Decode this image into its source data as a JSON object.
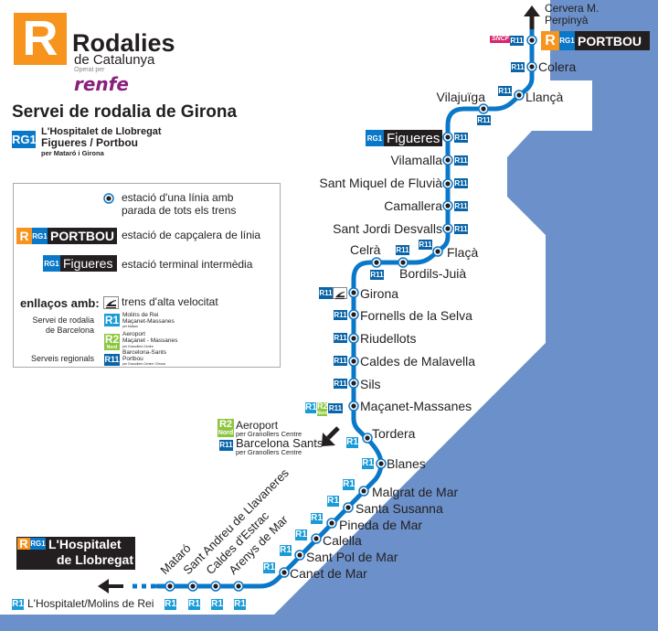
{
  "header": {
    "logo_letter": "R",
    "brand": "Rodalies",
    "brand_sub": "de Catalunya",
    "operated_by": "Operat per",
    "operator": "renfe",
    "title": "Servei de rodalia de Girona",
    "line": {
      "code": "RG1",
      "route1": "L'Hospitalet de Llobregat",
      "route2": "Figueres / Portbou",
      "via": "per Mataró i Girona"
    }
  },
  "legend": {
    "station_desc1": "estació d'una línia amb",
    "station_desc2": "parada de tots els trens",
    "head_terminal": {
      "r": "R",
      "line": "RG1",
      "name": "PORTBOU",
      "desc": "estació de capçalera de línia"
    },
    "intermediate_terminal": {
      "line": "RG1",
      "name": "Figueres",
      "desc": "estació terminal intermèdia"
    },
    "connections_title": "enllaços amb:",
    "hsr_desc": "trens d'alta velocitat",
    "group1_label1": "Servei de rodalia",
    "group1_label2": "de Barcelona",
    "group2_label": "Serveis regionals",
    "r1": {
      "code": "R1",
      "dest1": "Molins de Rei",
      "dest2": "Maçanet-Massanes",
      "via": "per Mataró"
    },
    "r2": {
      "code": "R2",
      "sub": "Nord",
      "dest1": "Aeroport",
      "dest2": "Maçanet - Massanes",
      "via": "per Granollers Centre"
    },
    "r11": {
      "code": "R11",
      "dest1": "Barcelona-Sants",
      "dest2": "Portbou",
      "via": "per Granollers Centre i Girona"
    }
  },
  "colors": {
    "rodalies_orange": "#f7941d",
    "rg1_blue": "#0a78c8",
    "r1_blue": "#1a9bd7",
    "r2_green": "#8cc63f",
    "r11_blue": "#0a64a8",
    "sea": "#6b90ca",
    "terminal_bg": "#231f20",
    "renfe_purple": "#8a1f7c"
  },
  "north": {
    "dest1": "Cervera M.",
    "dest2": "Perpinyà",
    "sncf_logo": "SNCF",
    "terminal_r": "R",
    "terminal_line": "RG1"
  },
  "figueres_terminal": {
    "line": "RG1"
  },
  "south": {
    "terminal_r": "R",
    "terminal_line": "RG1",
    "terminal_name1": "L'Hospitalet",
    "terminal_name2": "de Llobregat",
    "r1_code": "R1",
    "r1_dest": "L'Hospitalet/Molins de Rei"
  },
  "branch": {
    "r2_code": "R2",
    "r2_sub": "Nord",
    "aeroport": "Aeroport",
    "aeroport_via": "per Granollers Centre",
    "r11_code": "R11",
    "sants": "Barcelona Sants",
    "sants_via": "per Granollers Centre"
  },
  "stations": [
    {
      "name": "PORTBOU",
      "connections": [
        "SNCF",
        "R11"
      ]
    },
    {
      "name": "Colera",
      "connections": [
        "R11"
      ]
    },
    {
      "name": "Llançà",
      "connections": [
        "R11"
      ]
    },
    {
      "name": "Vilajuïga",
      "connections": [
        "R11"
      ]
    },
    {
      "name": "Figueres",
      "connections": [
        "R11"
      ]
    },
    {
      "name": "Vilamalla",
      "connections": [
        "R11"
      ]
    },
    {
      "name": "Sant Miquel de Fluvià",
      "connections": [
        "R11"
      ]
    },
    {
      "name": "Camallera",
      "connections": [
        "R11"
      ]
    },
    {
      "name": "Sant Jordi Desvalls",
      "connections": [
        "R11"
      ]
    },
    {
      "name": "Flaçà",
      "connections": [
        "R11"
      ]
    },
    {
      "name": "Bordils-Juià",
      "connections": [
        "R11"
      ]
    },
    {
      "name": "Celrà",
      "connections": [
        "R11"
      ]
    },
    {
      "name": "Girona",
      "connections": [
        "R11",
        "high-speed-rail"
      ]
    },
    {
      "name": "Fornells de la Selva",
      "connections": [
        "R11"
      ]
    },
    {
      "name": "Riudellots",
      "connections": [
        "R11"
      ]
    },
    {
      "name": "Caldes de Malavella",
      "connections": [
        "R11"
      ]
    },
    {
      "name": "Sils",
      "connections": [
        "R11"
      ]
    },
    {
      "name": "Maçanet-Massanes",
      "connections": [
        "R1",
        "R2",
        "R11"
      ],
      "r2_sub": "Nord"
    },
    {
      "name": "Tordera",
      "connections": [
        "R1"
      ]
    },
    {
      "name": "Blanes",
      "connections": [
        "R1"
      ]
    },
    {
      "name": "Malgrat de Mar",
      "connections": [
        "R1"
      ]
    },
    {
      "name": "Santa Susanna",
      "connections": [
        "R1"
      ]
    },
    {
      "name": "Pineda de Mar",
      "connections": [
        "R1"
      ]
    },
    {
      "name": "Calella",
      "connections": [
        "R1"
      ]
    },
    {
      "name": "Sant Pol de Mar",
      "connections": [
        "R1"
      ]
    },
    {
      "name": "Canet de Mar",
      "connections": [
        "R1"
      ]
    },
    {
      "name": "Arenys de Mar",
      "connections": [
        "R1"
      ]
    },
    {
      "name": "Caldes d'Estrac",
      "connections": [
        "R1"
      ]
    },
    {
      "name": "Sant Andreu de Llavaneres",
      "connections": [
        "R1"
      ]
    },
    {
      "name": "Mataró",
      "connections": [
        "R1"
      ]
    }
  ]
}
